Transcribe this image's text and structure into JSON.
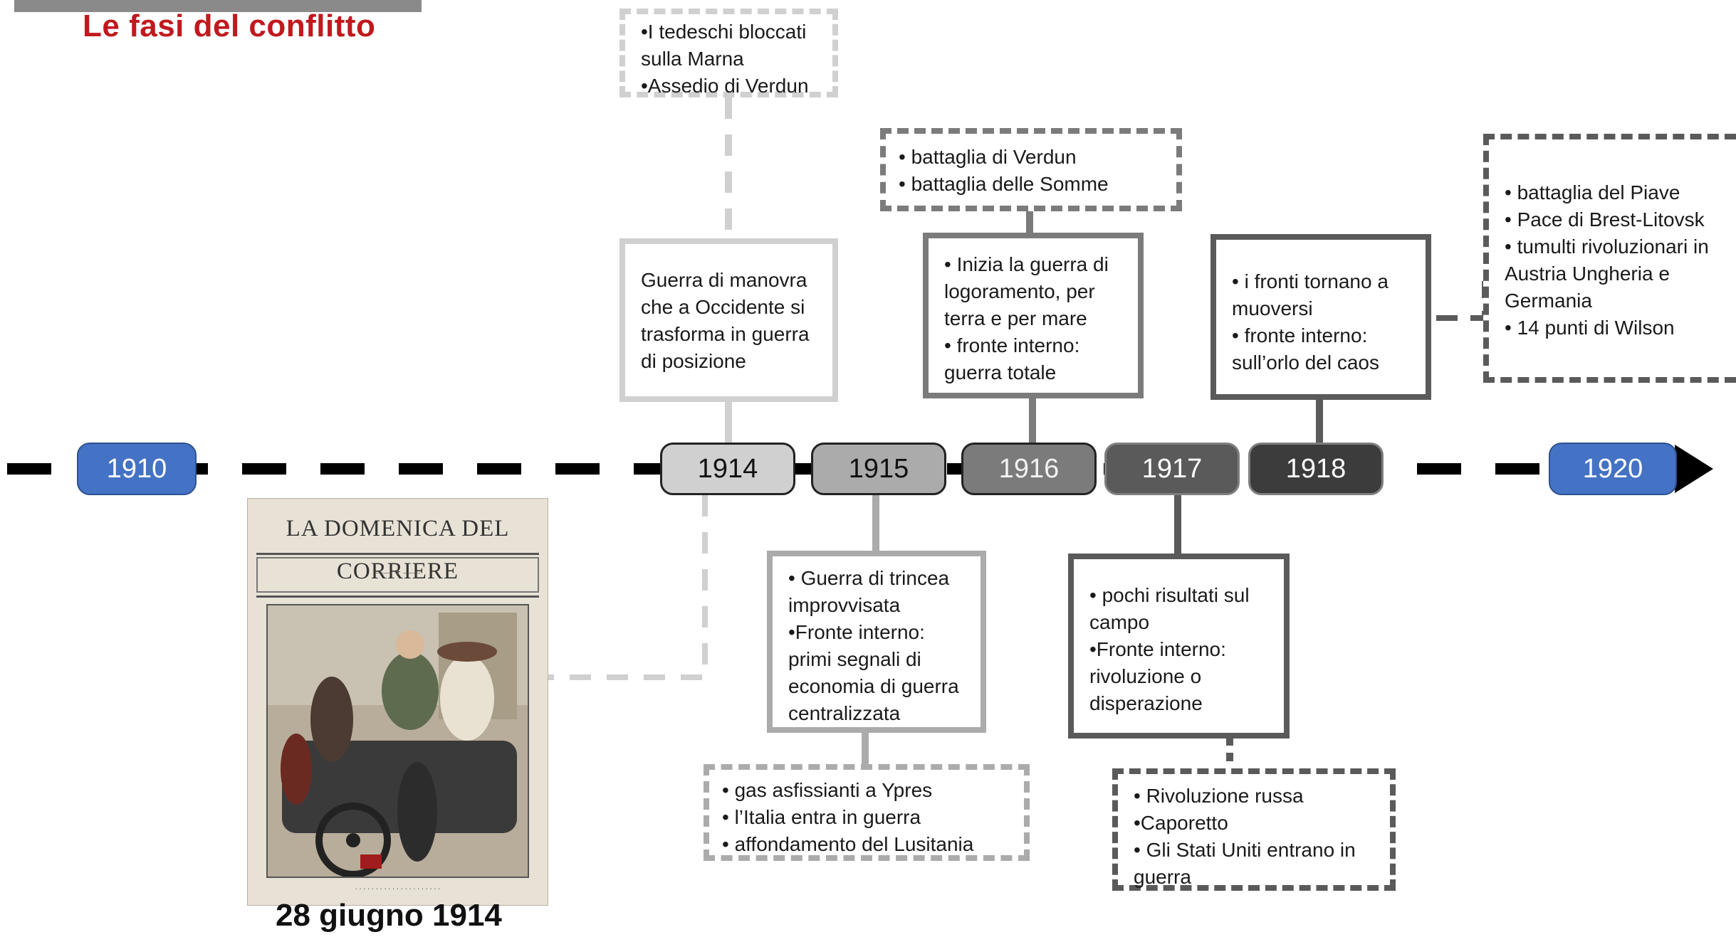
{
  "header": {
    "title": "Le fasi del conflitto"
  },
  "timeline": {
    "years": [
      "1910",
      "1914",
      "1915",
      "1916",
      "1917",
      "1918",
      "1920"
    ]
  },
  "events": {
    "y1914_above": [
      "•I tedeschi bloccati",
      "sulla Marna",
      "•Assedio di Verdun"
    ],
    "y1914_main": [
      "Guerra di manovra",
      "che a Occidente si",
      "trasforma in guerra",
      "di posizione"
    ],
    "y1915_main": [
      "• Guerra di trincea",
      "improvvisata",
      "•Fronte interno:",
      "primi segnali di",
      "economia di guerra",
      "centralizzata"
    ],
    "y1915_below": [
      "• gas asfissianti a Ypres",
      "• l’Italia entra in guerra",
      "• affondamento del Lusitania"
    ],
    "y1916_above": [
      "• battaglia di Verdun",
      "• battaglia delle Somme"
    ],
    "y1916_main": [
      "• Inizia la guerra di",
      "logoramento, per",
      "terra e per mare",
      "• fronte interno:",
      "guerra totale"
    ],
    "y1917_main": [
      "• pochi risultati sul",
      "campo",
      "•Fronte interno:",
      "rivoluzione o",
      "disperazione"
    ],
    "y1917_below": [
      "• Rivoluzione russa",
      "•Caporetto",
      "• Gli Stati Uniti entrano in",
      "guerra"
    ],
    "y1918_main": [
      "• i fronti tornano a",
      "muoversi",
      "• fronte interno:",
      "sull’orlo del caos"
    ],
    "y1918_right": [
      "• battaglia del Piave",
      "• Pace di Brest-Litovsk",
      "• tumulti rivoluzionari in",
      "Austria Ungheria e",
      "Germania",
      "• 14 punti di Wilson"
    ]
  },
  "newspaper": {
    "masthead": "LA DOMENICA DEL CORRIERE",
    "caption": "28 giugno 1914"
  },
  "colors": {
    "title": "#c0191e",
    "blue_year": "#4472c4",
    "y1914": "#d0d0d0",
    "y1915": "#ababab",
    "y1916": "#7b7b7b",
    "y1917": "#5a5a5a",
    "y1918": "#3c3c3c"
  }
}
